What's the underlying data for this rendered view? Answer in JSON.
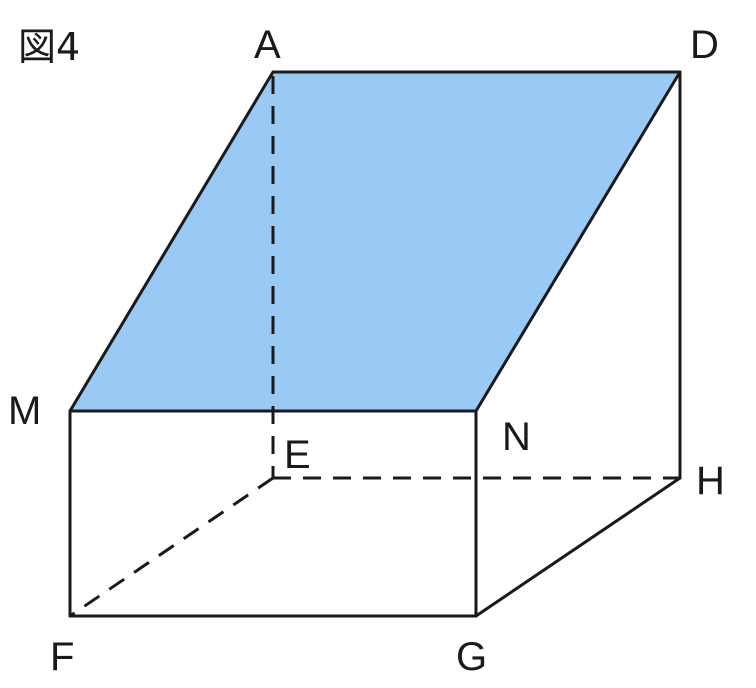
{
  "figure": {
    "title": "図4",
    "colors": {
      "section_fill": "#99c9f5",
      "edge": "#1a1a1a"
    },
    "vertices": {
      "A": "A",
      "D": "D",
      "M": "M",
      "N": "N",
      "E": "E",
      "H": "H",
      "F": "F",
      "G": "G"
    }
  }
}
